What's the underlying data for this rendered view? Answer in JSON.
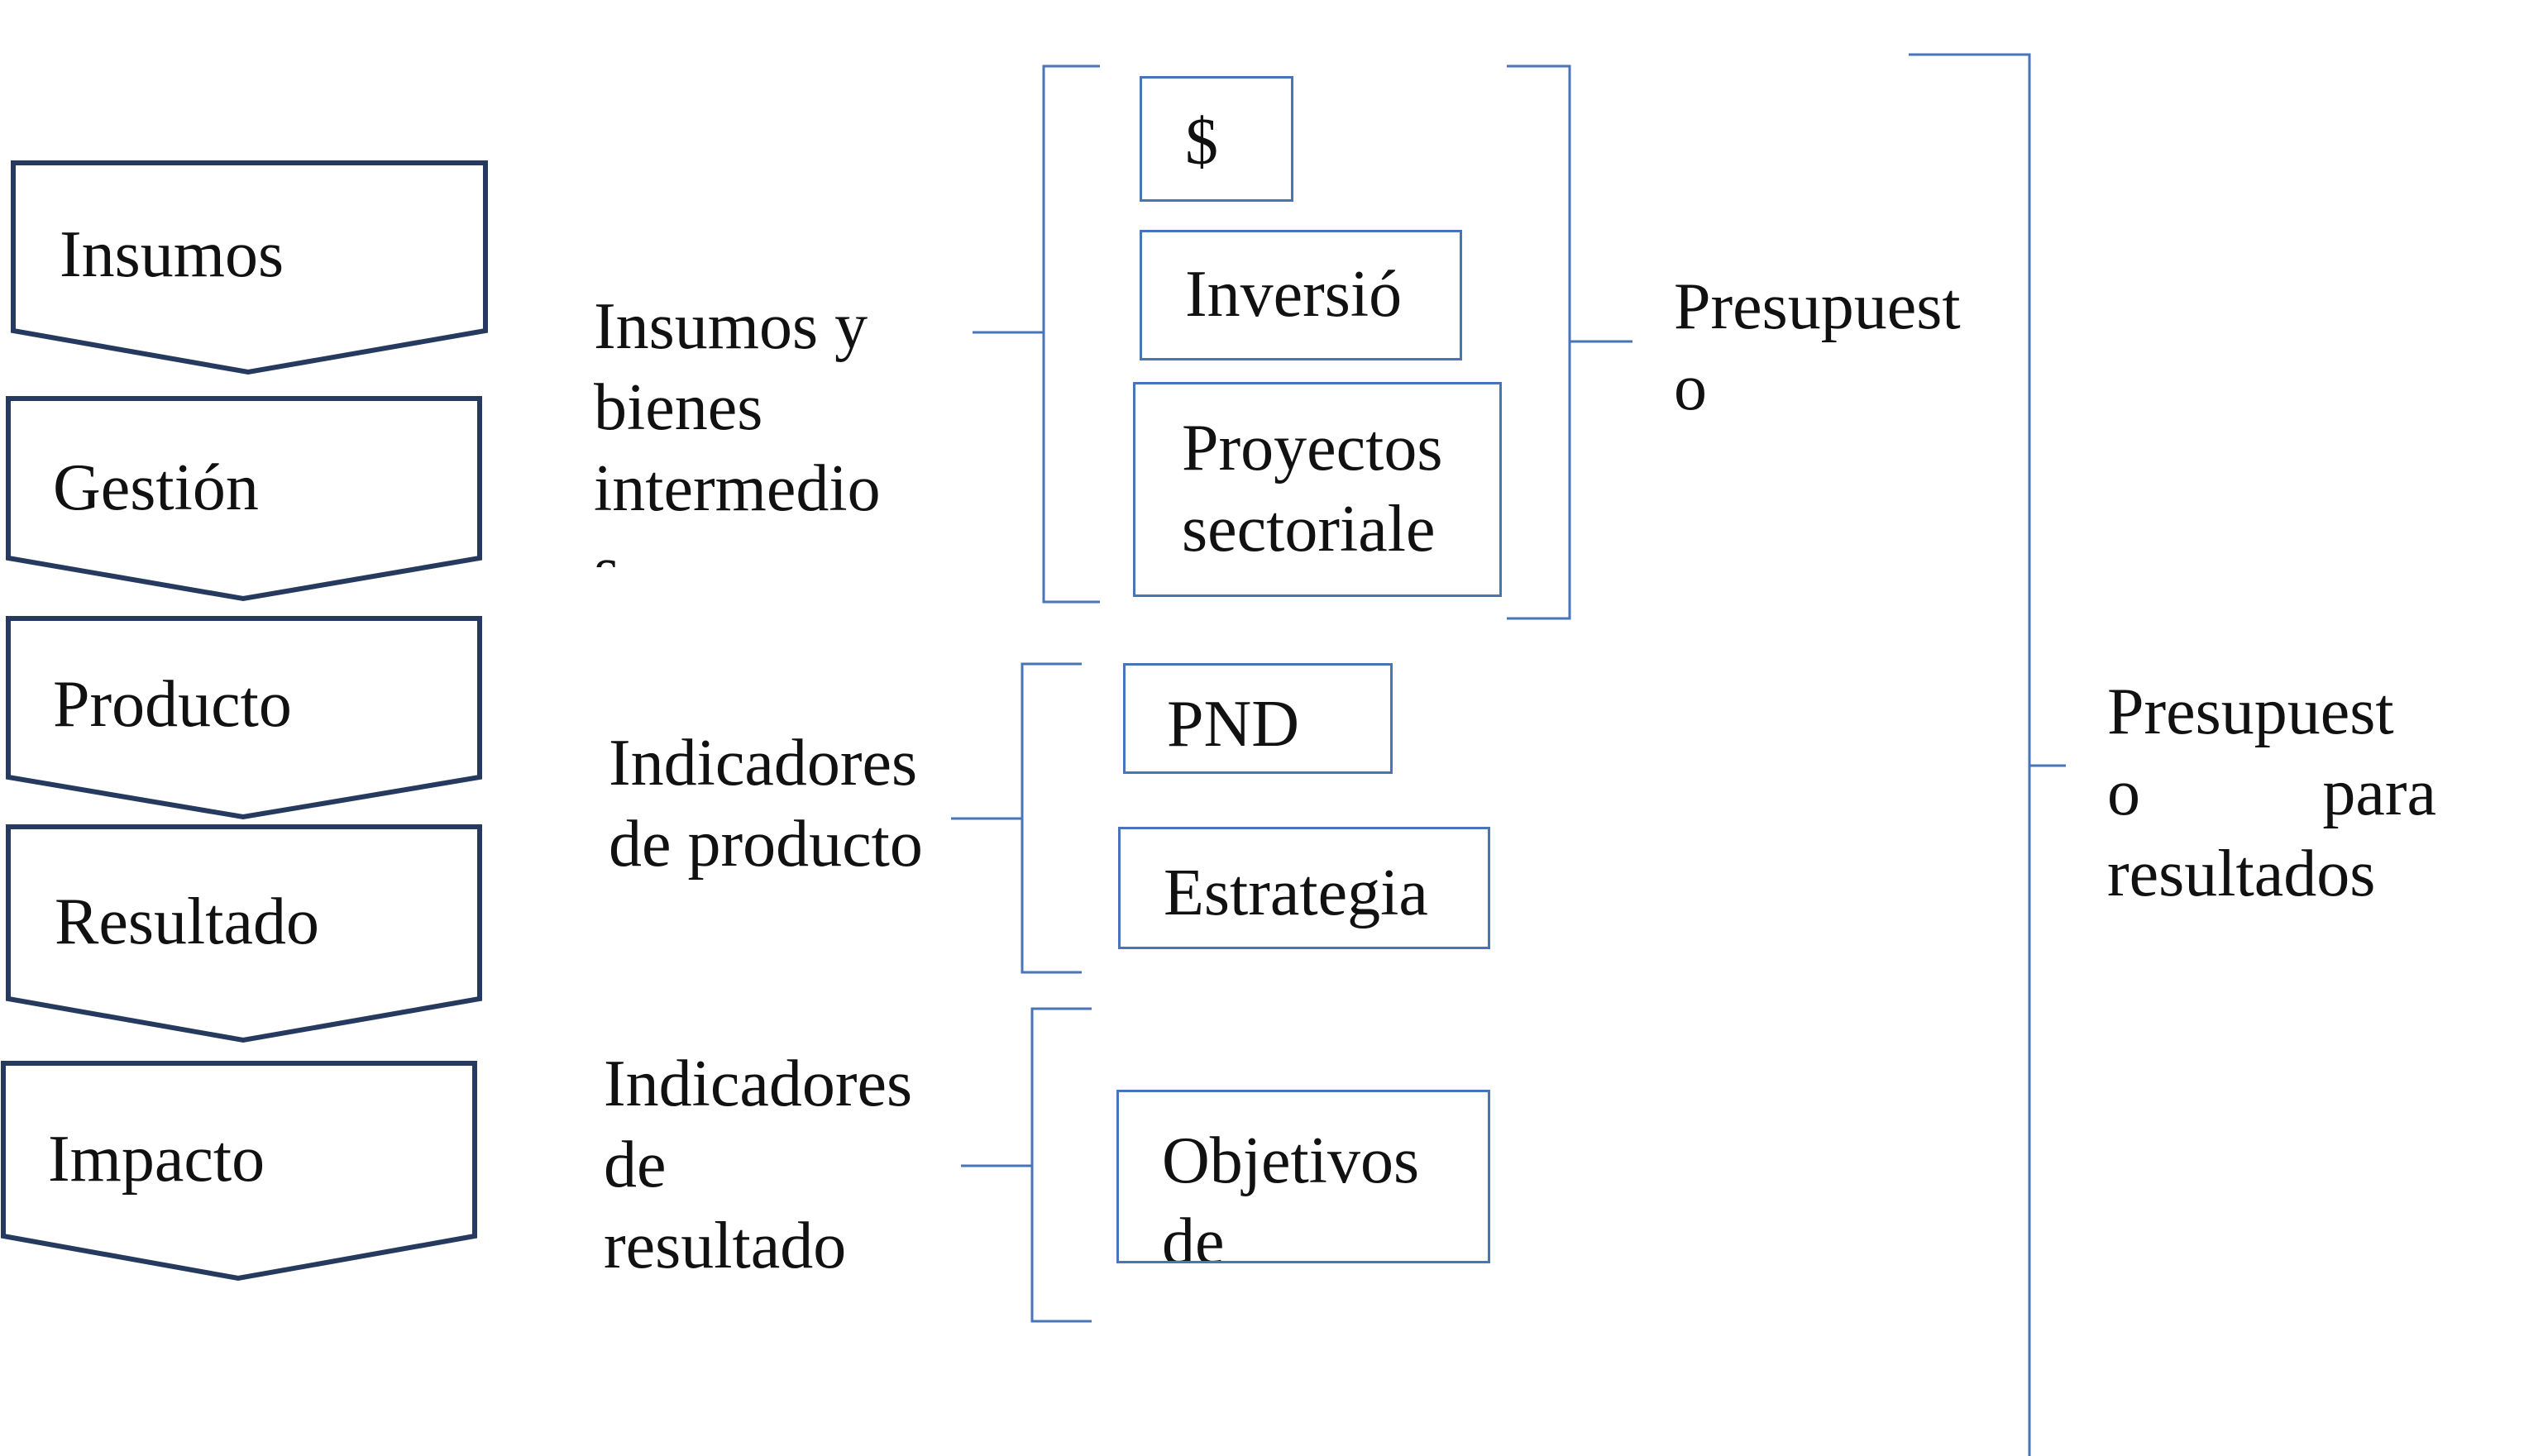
{
  "colors": {
    "chevron_stroke": "#253a5e",
    "bracket_stroke": "#4a74b8",
    "text": "#111111"
  },
  "stages": [
    {
      "label": "Insumos"
    },
    {
      "label": "Gestión"
    },
    {
      "label": "Producto"
    },
    {
      "label": "Resultado"
    },
    {
      "label": "Impacto"
    }
  ],
  "groups": [
    {
      "label_lines": [
        "Insumos y",
        "bienes",
        "intermedio",
        "s"
      ],
      "items": [
        "$",
        "Inversió",
        "Proyectos\nsectoriale"
      ]
    },
    {
      "label_lines": [
        "Indicadores",
        "de producto"
      ],
      "items": [
        "PND",
        "Estrategia"
      ]
    },
    {
      "label_lines": [
        "Indicadores",
        "de",
        "resultado"
      ],
      "items": [
        "Objetivos\nde"
      ]
    }
  ],
  "presupuesto_label": [
    "Presupuest",
    "o"
  ],
  "ppr_label": {
    "line1": "Presupuest",
    "line2_left": "o",
    "line2_right": "para",
    "line3": "resultados"
  }
}
